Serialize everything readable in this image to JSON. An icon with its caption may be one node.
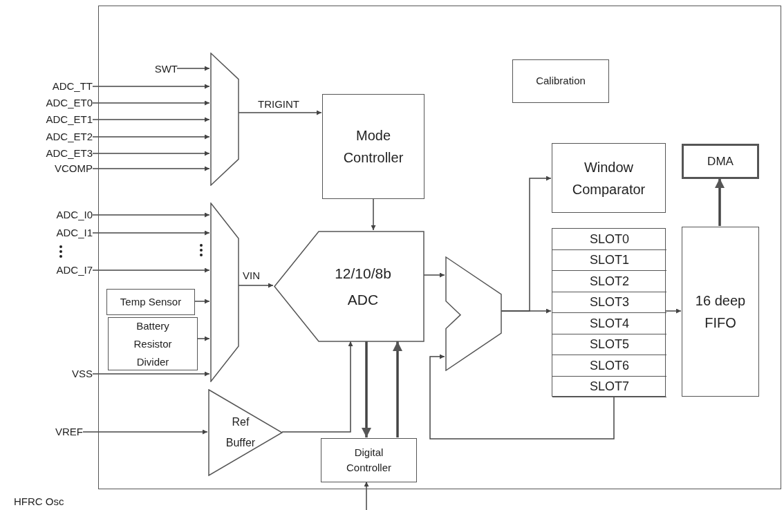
{
  "diagram": {
    "nodes": [
      {
        "text": [],
        "shape": "box"
      },
      {
        "text": [
          "SWT"
        ],
        "in": 0
      },
      {
        "text": [
          "ADC_TT"
        ]
      },
      {
        "text": [
          "ADC_ET0"
        ]
      },
      {
        "text": [
          "ADC_ET1"
        ]
      },
      {
        "text": [
          "ADC_ET2"
        ]
      },
      {
        "text": [
          "ADC_ET3"
        ]
      },
      {
        "text": [
          "VCOMP"
        ]
      },
      {
        "text": [],
        "shape": "trapezoid",
        "in": 0
      },
      {
        "text": [
          "Calibration"
        ],
        "in": 0
      },
      {
        "text": [
          "Mode Controller"
        ],
        "in": 0
      },
      {
        "text": [
          "ADC_I0"
        ]
      },
      {
        "text": [
          "ADC_I1"
        ]
      },
      {
        "text": [
          "ADC_I7"
        ]
      },
      {
        "text": [],
        "shape": "trapezoid",
        "in": 0
      },
      {
        "text": [
          "Temp Sensor"
        ],
        "in": 0
      },
      {
        "text": [
          "Battery Resistor Divider"
        ],
        "in": 0
      },
      {
        "text": [
          "VSS"
        ]
      },
      {
        "text": [
          "VREF"
        ]
      },
      {
        "text": [
          "Ref Buffer"
        ],
        "in": 0
      },
      {
        "text": [
          "12/10/8b ADC"
        ],
        "in": 0
      },
      {
        "text": [
          "Digital Controller"
        ],
        "in": 0
      },
      {
        "text": [],
        "shape": "trapezoid",
        "in": 0
      },
      {
        "text": [
          "Window Comparator"
        ],
        "in": 0
      },
      {
        "text": [],
        "shape": "box",
        "in": 0
      },
      {
        "text": [
          "SLOT0"
        ],
        "in": 24
      },
      {
        "text": [
          "SLOT1"
        ],
        "in": 24
      },
      {
        "text": [
          "SLOT2"
        ],
        "in": 24
      },
      {
        "text": [
          "SLOT3"
        ],
        "in": 24
      },
      {
        "text": [
          "SLOT4"
        ],
        "in": 24
      },
      {
        "text": [
          "SLOT5"
        ],
        "in": 24
      },
      {
        "text": [
          "SLOT6"
        ],
        "in": 24
      },
      {
        "text": [
          "SLOT7"
        ],
        "in": 24
      },
      {
        "text": [
          "16 deep FIFO"
        ],
        "in": 0
      },
      {
        "text": [
          "DMA"
        ],
        "in": 0
      }
    ],
    "edges": [
      {
        "from": 1,
        "to": 8,
        "arrow": "to"
      },
      {
        "from": 2,
        "to": 8,
        "arrow": "to"
      },
      {
        "from": 3,
        "to": 8,
        "arrow": "to"
      },
      {
        "from": 4,
        "to": 8,
        "arrow": "to"
      },
      {
        "from": 5,
        "to": 8,
        "arrow": "to"
      },
      {
        "from": 6,
        "to": 8,
        "arrow": "to"
      },
      {
        "from": 7,
        "to": 8,
        "arrow": "to"
      },
      {
        "from": 8,
        "to": 10,
        "arrow": "to",
        "label": "TRIGINT"
      },
      {
        "from": 10,
        "to": 20,
        "arrow": "to"
      },
      {
        "from": 11,
        "to": 14,
        "arrow": "to"
      },
      {
        "from": 12,
        "to": 14,
        "arrow": "to"
      },
      {
        "from": 13,
        "to": 14,
        "arrow": "to"
      },
      {
        "from": 15,
        "to": 14,
        "arrow": "to"
      },
      {
        "from": 16,
        "to": 14,
        "arrow": "to"
      },
      {
        "from": 17,
        "to": 14,
        "arrow": "to"
      },
      {
        "from": 14,
        "to": 20,
        "arrow": "to",
        "label": "VIN"
      },
      {
        "from": 18,
        "to": 19,
        "arrow": "to"
      },
      {
        "from": 19,
        "to": 20,
        "arrow": "to"
      },
      {
        "from": 20,
        "to": 21,
        "arrow": "to",
        "style": "thick"
      },
      {
        "from": 21,
        "to": 20,
        "arrow": "to",
        "style": "thick"
      },
      {
        "from": 20,
        "to": 22,
        "arrow": "to"
      },
      {
        "from": 22,
        "to": 23,
        "arrow": "to"
      },
      {
        "from": 22,
        "to": 24,
        "arrow": "to"
      },
      {
        "from": 24,
        "to": 33,
        "arrow": "to"
      },
      {
        "from": 33,
        "to": 34,
        "arrow": "to",
        "style": "thick"
      },
      {
        "from": 24,
        "to": 22,
        "arrow": "to"
      },
      {
        "from": null,
        "to": 21,
        "arrow": "to"
      }
    ],
    "labels": [
      "HFRC Osc"
    ]
  }
}
